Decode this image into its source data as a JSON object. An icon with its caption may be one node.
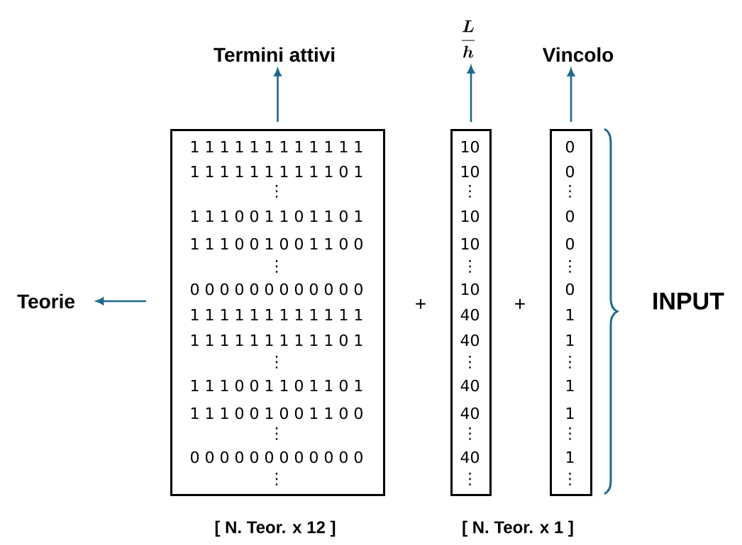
{
  "diagram": {
    "nodes": [
      {
        "text": [
          "1 1 1 1 1 1 1 1 1 1 1 1",
          "1 1 1 1 1 1 1 1 1 1 0 1",
          "⋮",
          "1 1 1 0 0 1 1 0 1 1 0 1",
          "1 1 1 0 0 1 0 0 1 1 0 0",
          "⋮",
          "0 0 0 0 0 0 0 0 0 0 0 0",
          "1 1 1 1 1 1 1 1 1 1 1 1",
          "1 1 1 1 1 1 1 1 1 1 0 1",
          "⋮",
          "1 1 1 0 0 1 1 0 1 1 0 1",
          "1 1 1 0 0 1 0 0 1 1 0 0",
          "⋮",
          "0 0 0 0 0 0 0 0 0 0 0 0",
          "⋮"
        ]
      },
      {
        "text": [
          "10",
          "10",
          "⋮",
          "10",
          "10",
          "⋮",
          "10",
          "40",
          "40",
          "⋮",
          "40",
          "40",
          "⋮",
          "40",
          "⋮"
        ]
      },
      {
        "text": [
          "0",
          "0",
          "⋮",
          "0",
          "0",
          "⋮",
          "0",
          "1",
          "1",
          "⋮",
          "1",
          "1",
          "⋮",
          "1",
          "⋮"
        ]
      },
      {
        "text": [
          "Termini attivi"
        ]
      },
      {
        "text": [
          "\\frac{L}{h}"
        ]
      },
      {
        "text": [
          "Vincolo"
        ]
      },
      {
        "text": [
          "Teorie"
        ]
      }
    ],
    "edges": [
      {
        "from": 0,
        "to": 3,
        "arrow": "to"
      },
      {
        "from": 1,
        "to": 4,
        "arrow": "to"
      },
      {
        "from": 2,
        "to": 5,
        "arrow": "to"
      },
      {
        "from": 0,
        "to": 6,
        "arrow": "to"
      }
    ],
    "labels": [
      "+",
      "+",
      "INPUT",
      "[ N. Teor. x 12 ]",
      "[ N. Teor. x 1 ]"
    ]
  }
}
